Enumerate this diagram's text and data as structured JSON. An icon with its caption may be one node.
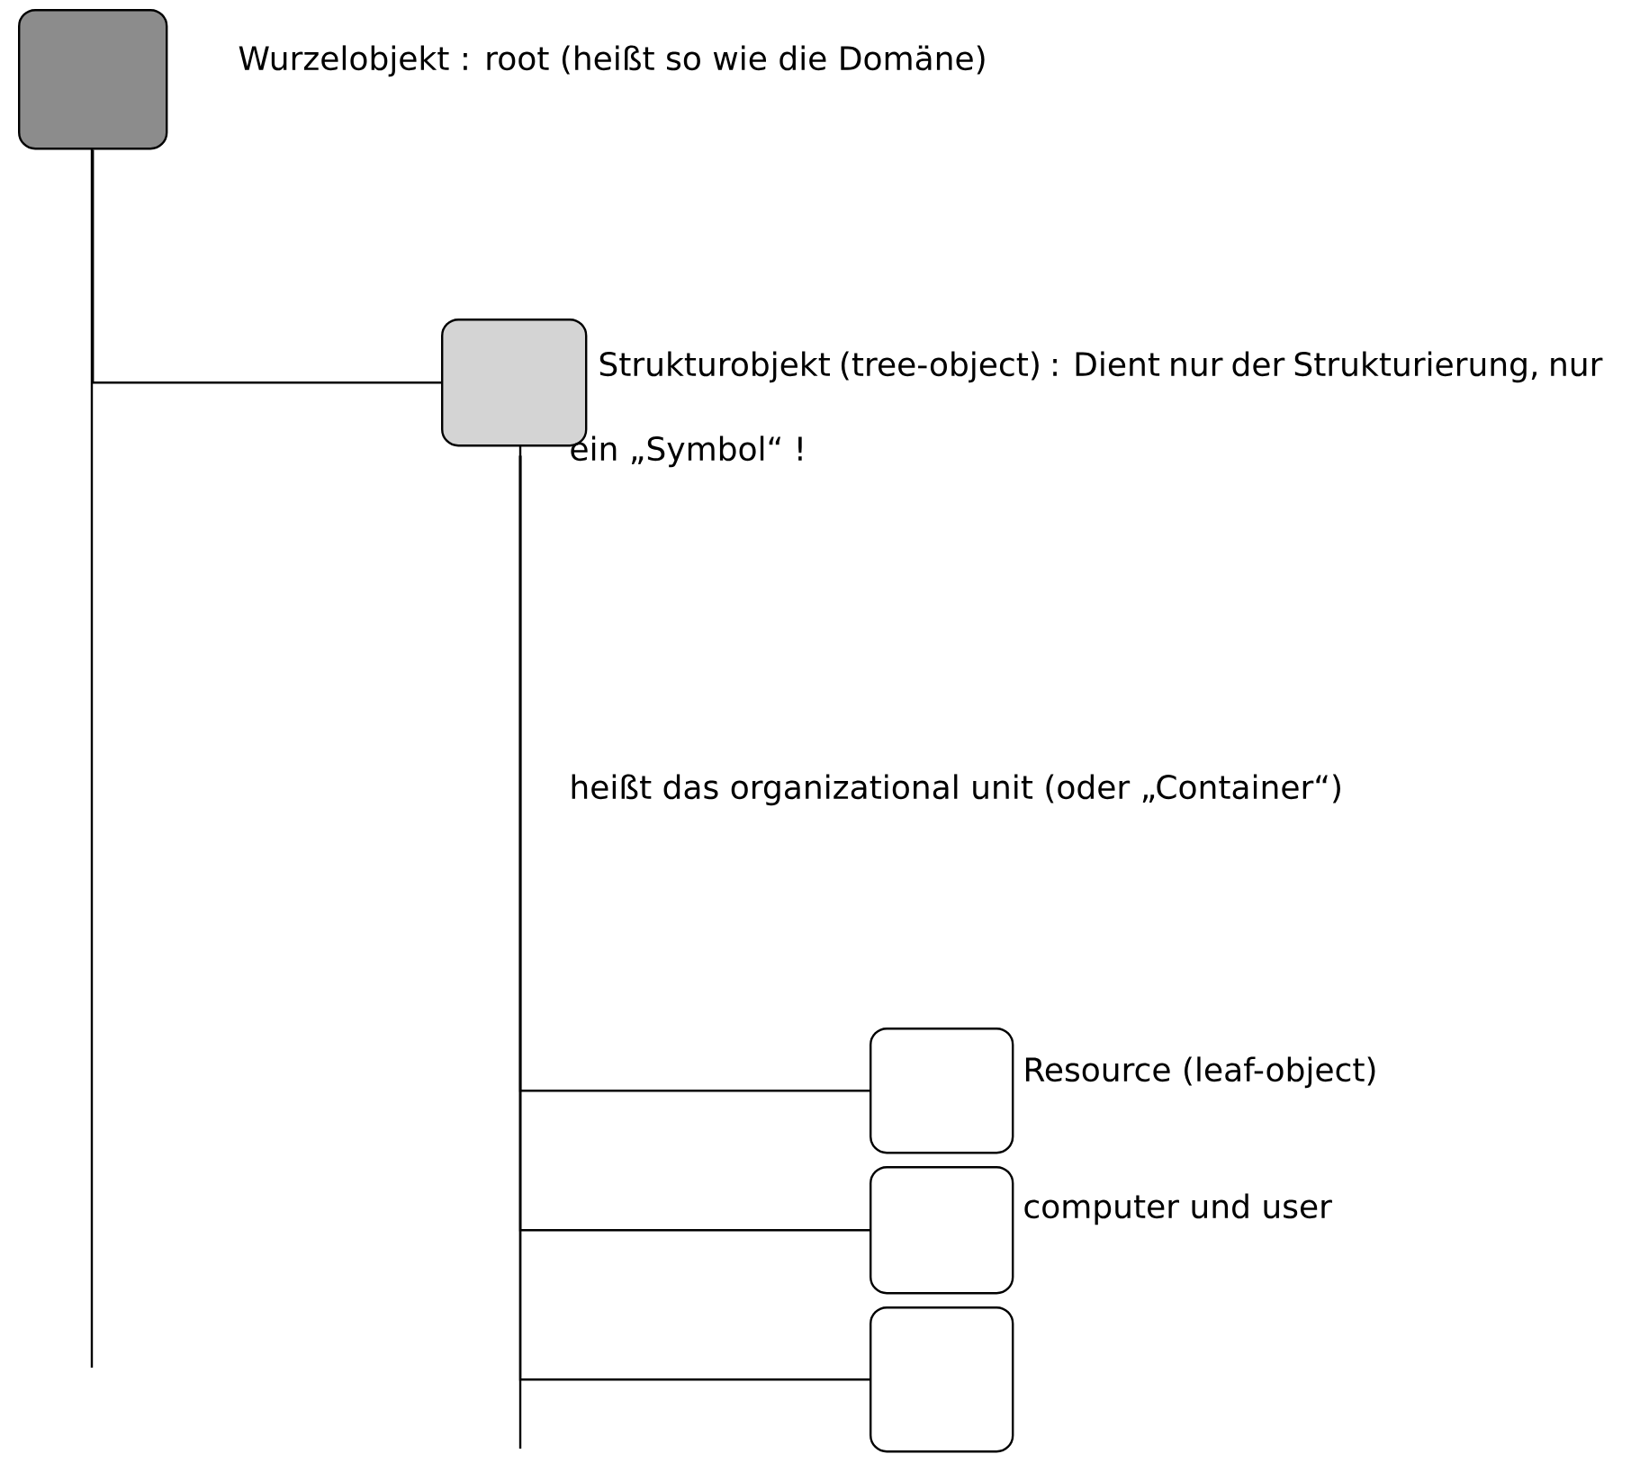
{
  "diagram": {
    "nodes": [
      {
        "text": [],
        "shape": "box",
        "beside": [
          "Wurzelobjekt : root   (heißt so wie die Domäne)"
        ]
      },
      {
        "text": [],
        "shape": "box",
        "beside": [
          "Strukturobjekt (tree-object) : Dient nur der Strukturierung, nur ein „Symbol“ !"
        ]
      },
      {
        "text": [],
        "shape": "box",
        "beside": [
          "Resource (leaf-object)"
        ]
      },
      {
        "text": [],
        "shape": "box",
        "beside": [
          "computer und user"
        ]
      },
      {
        "text": [],
        "shape": "box"
      }
    ],
    "edges": [
      {
        "from": 0,
        "to": 1,
        "arrow": "none"
      },
      {
        "from": 1,
        "to": 2,
        "arrow": "none"
      },
      {
        "from": 1,
        "to": 3,
        "arrow": "none"
      },
      {
        "from": 1,
        "to": 4,
        "arrow": "none"
      }
    ],
    "labels": [
      "heißt das organizational unit (oder „Container“)"
    ]
  }
}
